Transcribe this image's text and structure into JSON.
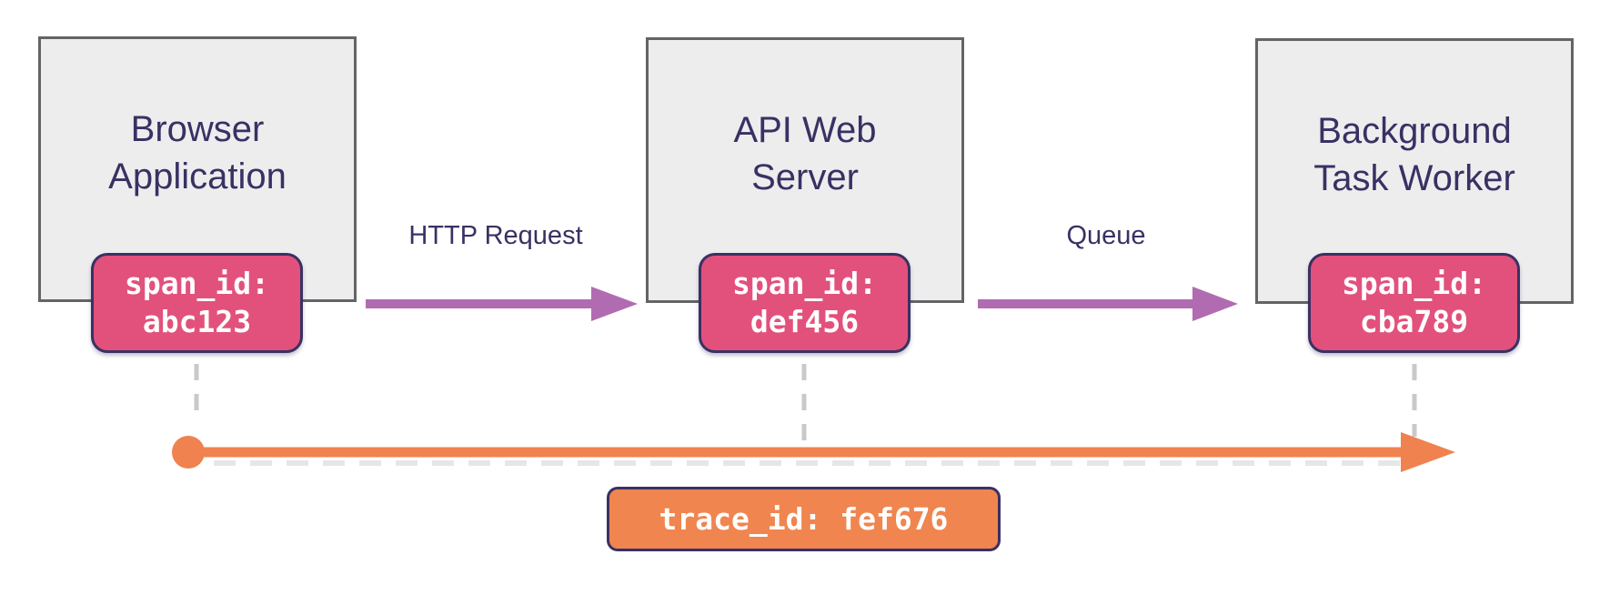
{
  "diagram": {
    "nodes": [
      {
        "title_lines": [
          "Browser",
          "Application"
        ],
        "span_label": "span_id:",
        "span_value": "abc123"
      },
      {
        "title_lines": [
          "API Web",
          "Server"
        ],
        "span_label": "span_id:",
        "span_value": "def456"
      },
      {
        "title_lines": [
          "Background",
          "Task Worker"
        ],
        "span_label": "span_id:",
        "span_value": "cba789"
      }
    ],
    "edges": [
      {
        "label": "HTTP Request"
      },
      {
        "label": "Queue"
      }
    ],
    "timeline": {
      "trace_label": "trace_id: fef676"
    }
  },
  "colors": {
    "box_fill": "#ededee",
    "box_border": "#636466",
    "heading_text": "#393163",
    "span_badge_pink": "#e2517c",
    "badge_border": "#393163",
    "badge_text": "#ffffff",
    "arrow_purple": "#b16cb1",
    "timeline_orange": "#f0824f",
    "trace_badge_orange": "#f0854f",
    "connector_gray": "#c9c9c9"
  }
}
